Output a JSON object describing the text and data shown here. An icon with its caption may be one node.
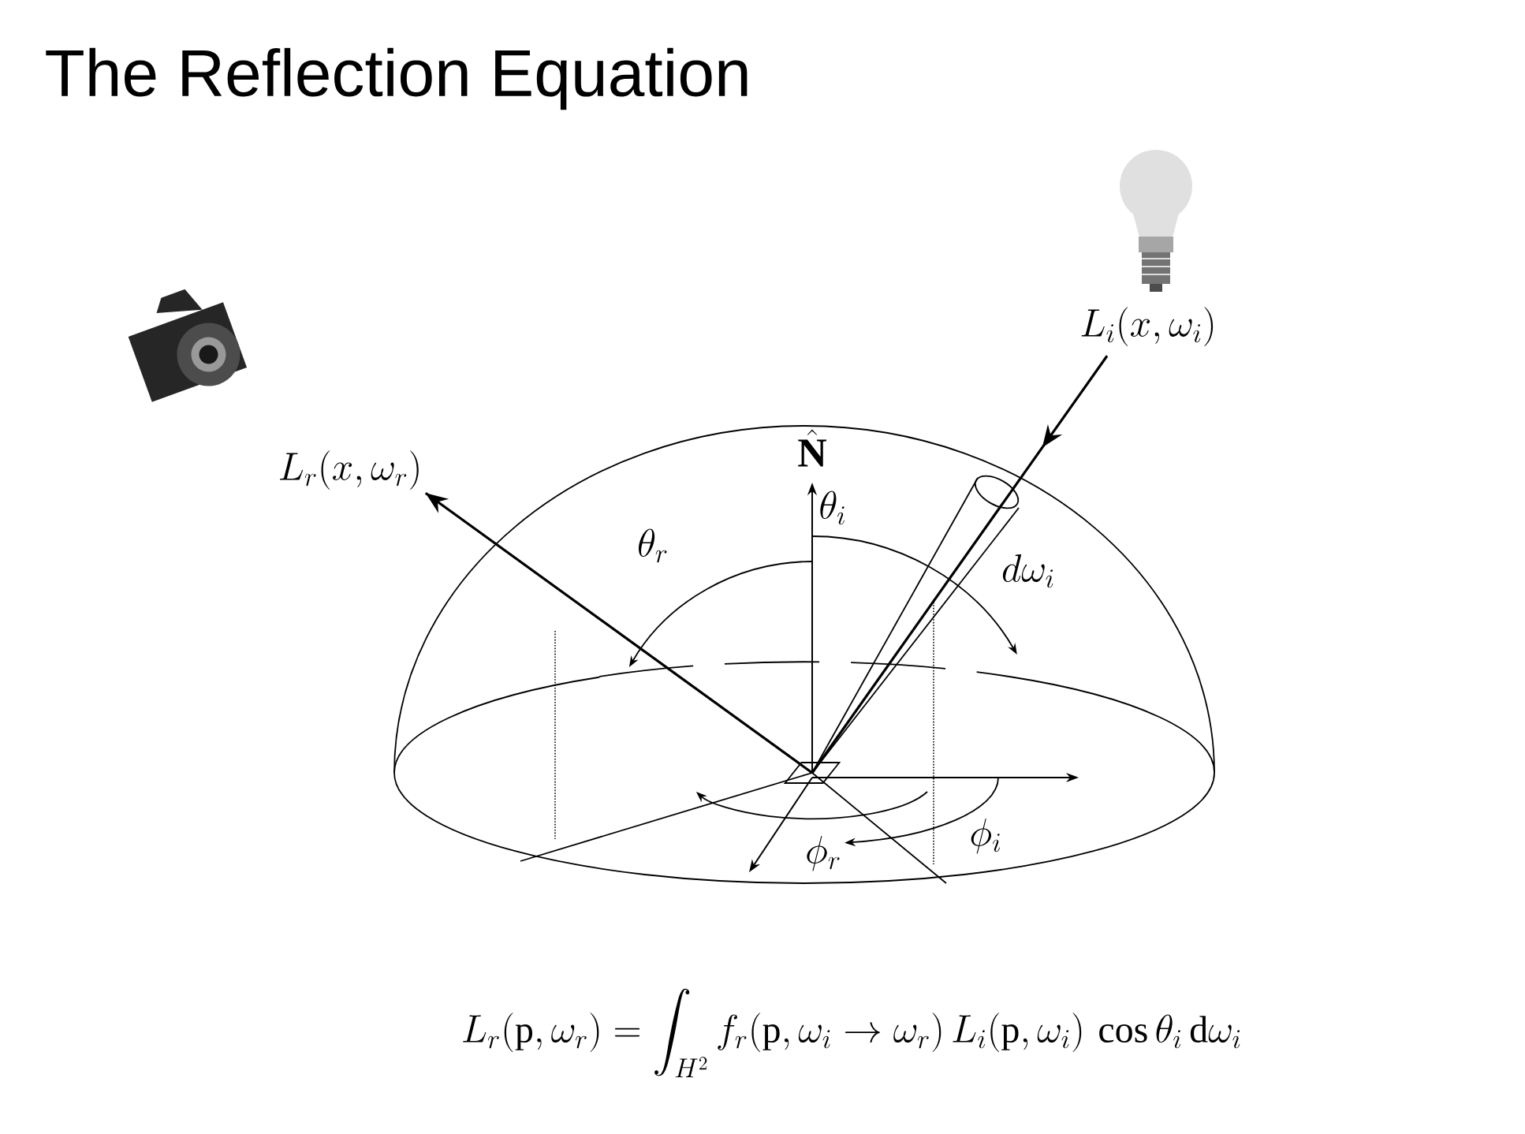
{
  "diagram": {
    "title": "The Reflection Equation",
    "nodes": [
      {
        "text": [
          "L_r(x,\\omega_r)"
        ]
      },
      {
        "text": [
          "L_i(x,\\omega_i)"
        ]
      },
      {
        "text": [],
        "shape": "box"
      }
    ],
    "edges": [
      {
        "from": 2,
        "to": 0,
        "arrow": "to"
      },
      {
        "from": 1,
        "to": 2,
        "arrow": "to"
      }
    ],
    "labels": [
      "\\hat{\\mathbf{N}}",
      "\\theta_r",
      "\\theta_i",
      "d\\omega_i",
      "\\phi_i",
      "\\phi_r",
      "L_r(\\mathrm{p},\\omega_r) = \\int_{H^2} f_r(\\mathrm{p},\\omega_i \\to \\omega_r)\\, L_i(\\mathrm{p},\\omega_i)\\, \\cos\\theta_i \\,\\mathrm{d}\\omega_i"
    ]
  }
}
